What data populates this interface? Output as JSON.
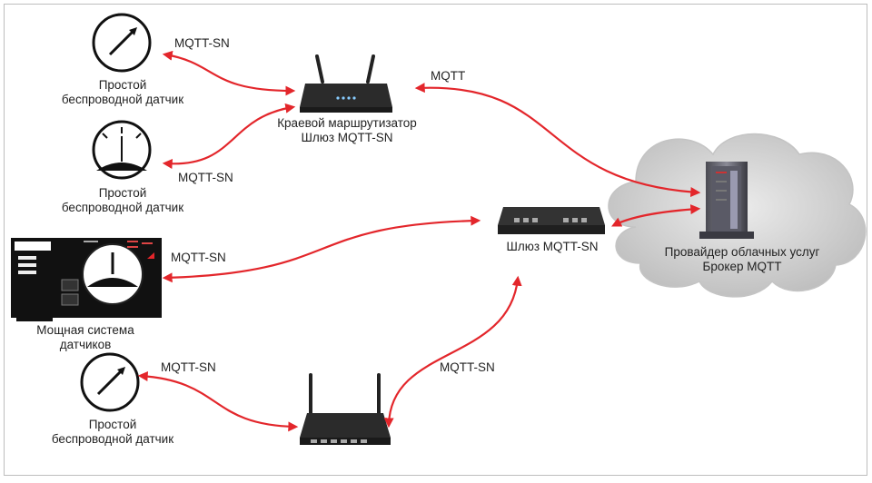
{
  "labels": {
    "sensor_top": [
      "Простой",
      "беспроводной датчик"
    ],
    "sensor_mid": [
      "Простой",
      "беспроводной датчик"
    ],
    "sensor_bottom": [
      "Простой",
      "беспроводной датчик"
    ],
    "powerful_sensor": [
      "Мощная система",
      "датчиков"
    ],
    "edge_router": [
      "Краевой маршрутизатор",
      "Шлюз MQTT-SN"
    ],
    "gateway": "Шлюз MQTT-SN",
    "cloud": [
      "Провайдер облачных услуг",
      "Брокер MQTT"
    ]
  },
  "protocols": {
    "sensor_top_link": "MQTT-SN",
    "sensor_mid_link": "MQTT-SN",
    "router_cloud_link": "MQTT",
    "powerful_link": "MQTT-SN",
    "sensor_bottom_link": "MQTT-SN",
    "lower_router_gateway_link": "MQTT-SN"
  },
  "colors": {
    "arrow": "#e3262b",
    "device": "#2b2b2b",
    "cloud": "#cfcfcf"
  },
  "icons": [
    "gauge-needle-icon",
    "gauge-dial-icon",
    "router-icon",
    "switch-icon",
    "server-rack-icon",
    "cloud-icon",
    "control-panel-icon"
  ]
}
